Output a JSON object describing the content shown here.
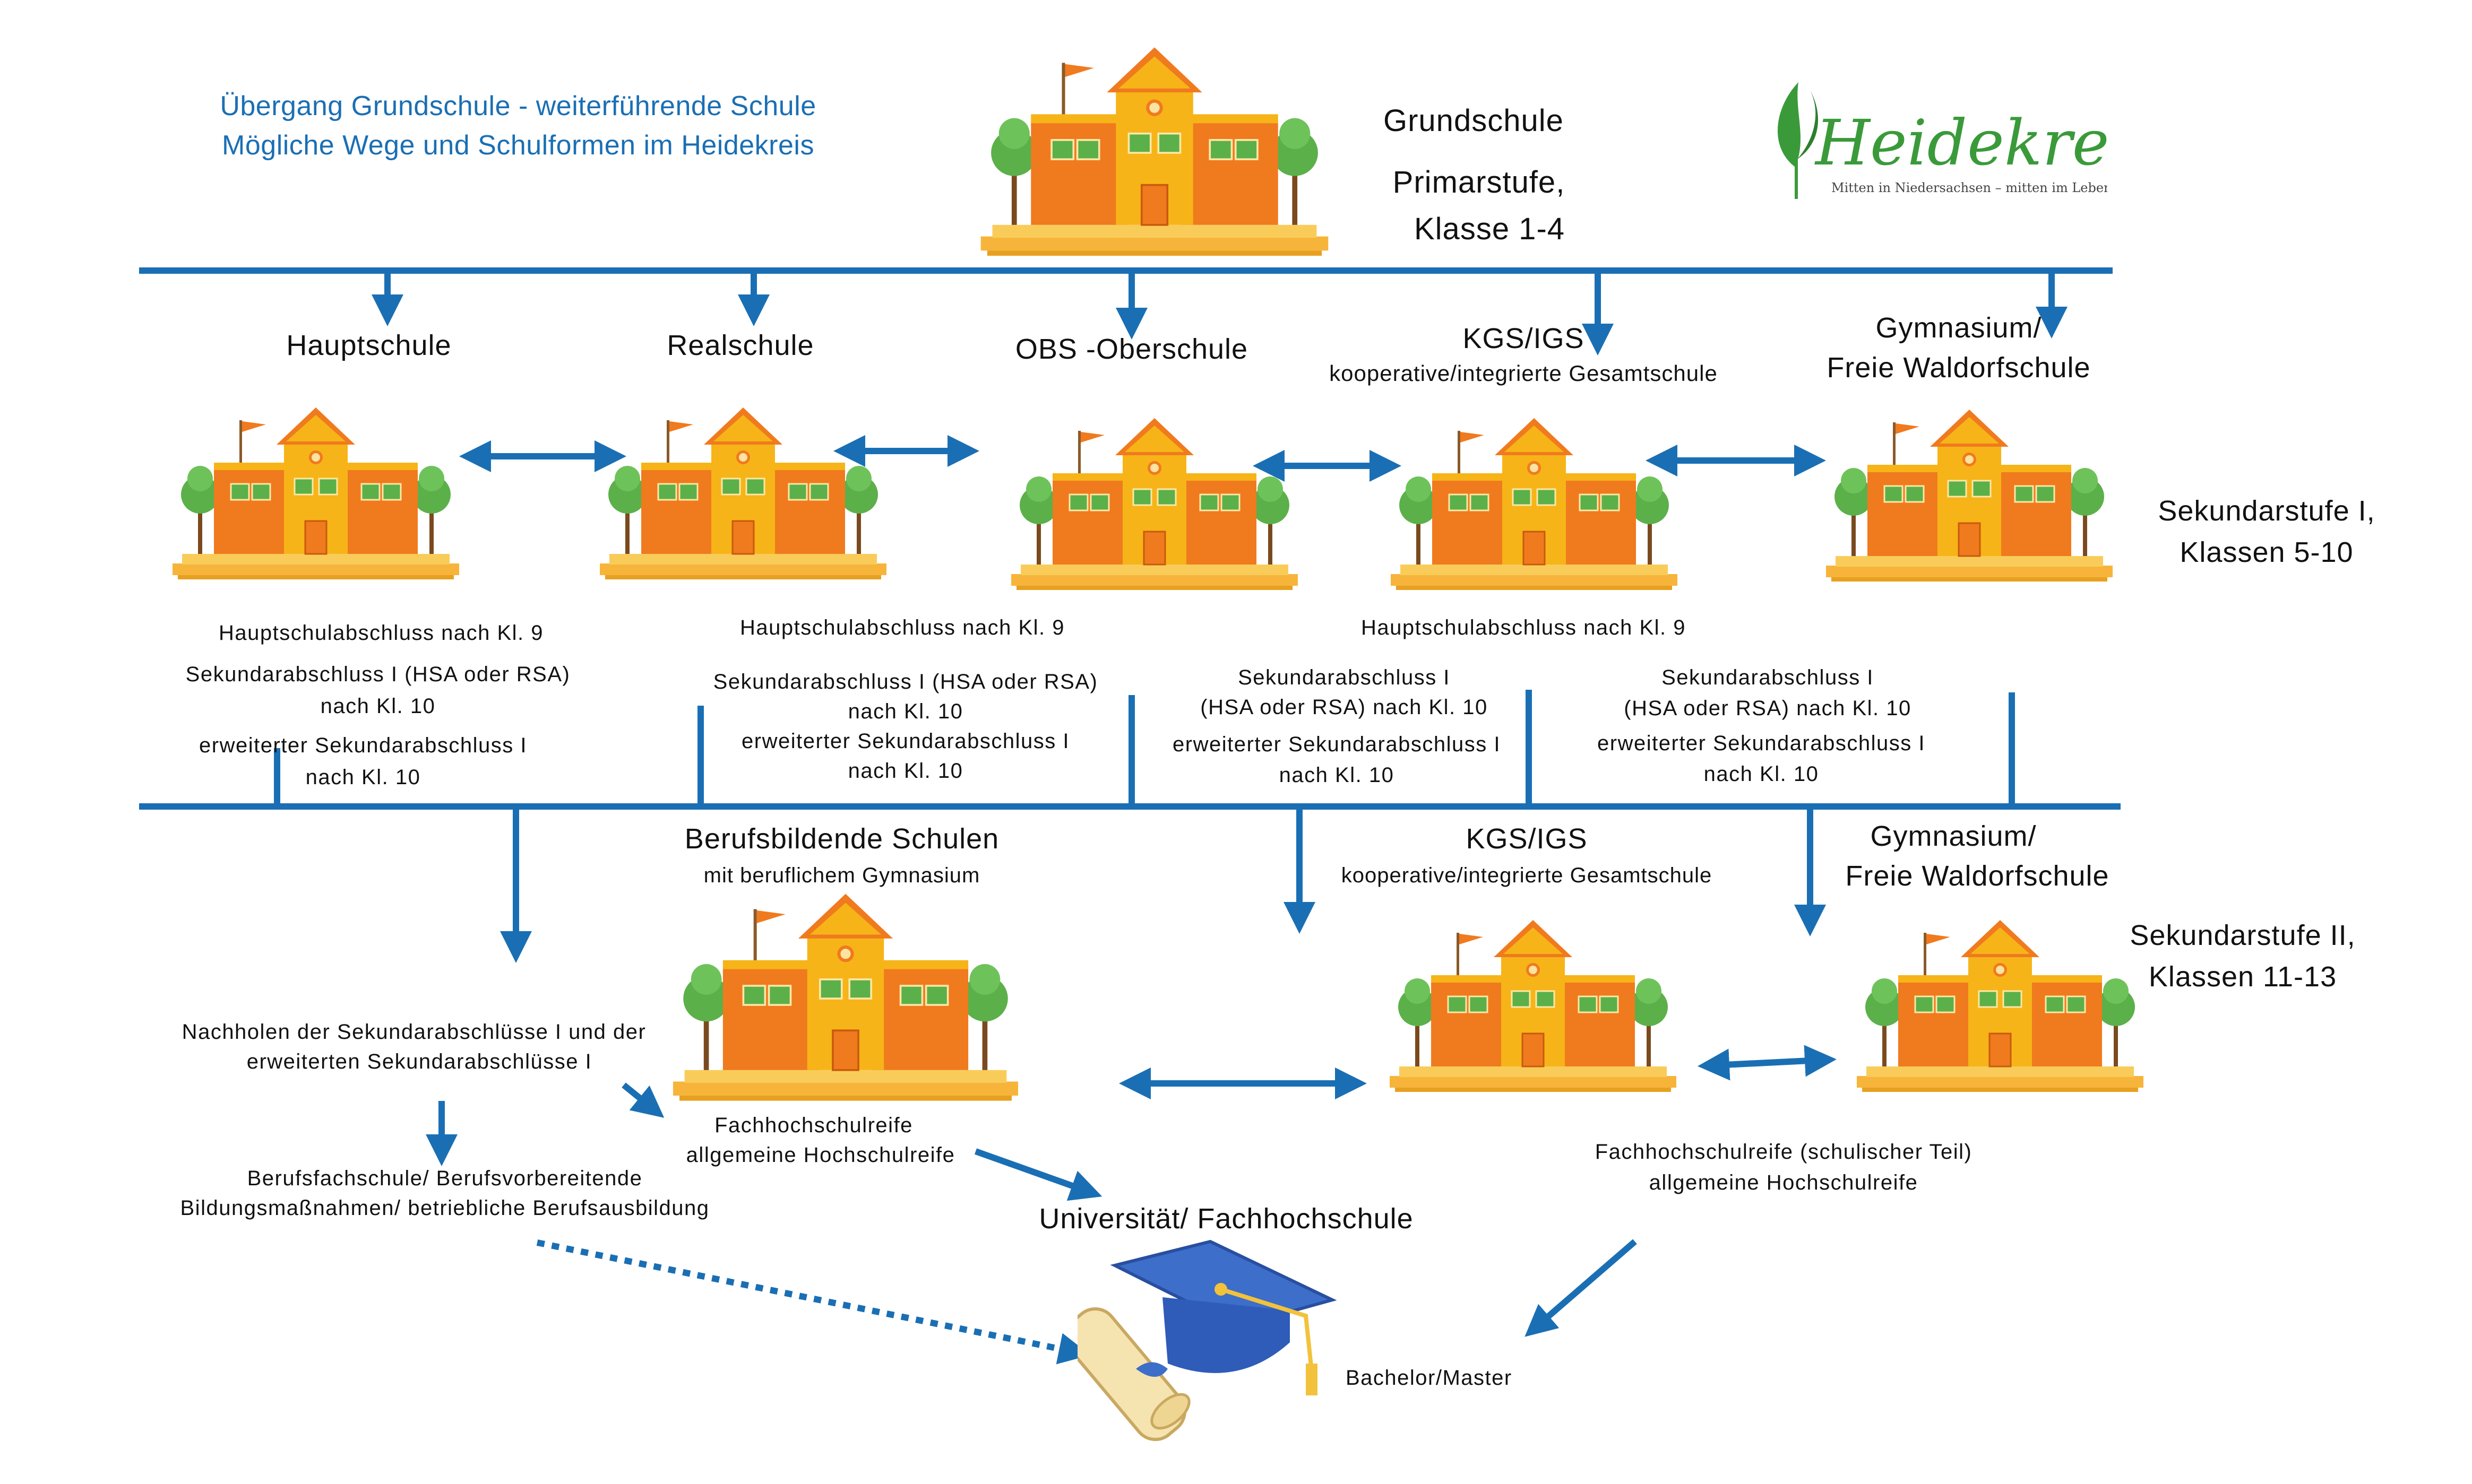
{
  "title": {
    "line1": "Übergang Grundschule - weiterführende Schule",
    "line2": "Mögliche Wege und Schulformen im Heidekreis"
  },
  "logo": {
    "name": "Heidekreis",
    "tagline": "Mitten in Niedersachsen – mitten im Leben."
  },
  "primary": {
    "name": "Grundschule",
    "stage_line1": "Primarstufe,",
    "stage_line2": "Klasse 1-4"
  },
  "sek1": {
    "stage_line1": "Sekundarstufe I,",
    "stage_line2": "Klassen 5-10",
    "schools": {
      "hauptschule": "Hauptschule",
      "realschule": "Realschule",
      "obs": "OBS -Oberschule",
      "kgs_title": "KGS/IGS",
      "kgs_sub": "kooperative/integrierte Gesamtschule",
      "gym_line1": "Gymnasium/",
      "gym_line2": "Freie Waldorfschule"
    },
    "degrees": {
      "haupt_1": "Hauptschulabschluss nach Kl. 9",
      "haupt_2": "Sekundarabschluss I (HSA oder RSA)",
      "haupt_3": "nach Kl. 10",
      "haupt_4": "erweiterter Sekundarabschluss I",
      "haupt_5": "nach Kl. 10",
      "real_1": "Hauptschulabschluss nach Kl. 9",
      "real_2": "Sekundarabschluss I (HSA oder RSA)",
      "real_3": "nach Kl. 10",
      "real_4": "erweiterter Sekundarabschluss I",
      "real_5": "nach Kl. 10",
      "obs_1": "Sekundarabschluss I",
      "obs_2": "(HSA oder RSA) nach Kl. 10",
      "obs_3": "erweiterter Sekundarabschluss I",
      "obs_4": "nach Kl. 10",
      "kgs_top": "Hauptschulabschluss nach Kl. 9",
      "kgs_1": "Sekundarabschluss I",
      "kgs_2": "(HSA oder RSA) nach Kl. 10",
      "kgs_3": "erweiterter Sekundarabschluss I",
      "kgs_4": "nach Kl. 10"
    }
  },
  "sek2": {
    "stage_line1": "Sekundarstufe II,",
    "stage_line2": "Klassen 11-13",
    "bbs_title": "Berufsbildende Schulen",
    "bbs_sub": "mit beruflichem Gymnasium",
    "kgs_title": "KGS/IGS",
    "kgs_sub": "kooperative/integrierte Gesamtschule",
    "gym_line1": "Gymnasium/",
    "gym_line2": "Freie Waldorfschule",
    "nachholen_1": "Nachholen der Sekundarabschlüsse I und der",
    "nachholen_2": "erweiterten Sekundarabschlüsse I",
    "beruf_1": "Berufsfachschule/ Berufsvorbereitende",
    "beruf_2": "Bildungsmaßnahmen/ betriebliche Berufsausbildung",
    "bbs_deg_1": "Fachhochschulreife",
    "bbs_deg_2": "allgemeine Hochschulreife",
    "right_deg_1": "Fachhochschulreife (schulischer Teil)",
    "right_deg_2": "allgemeine Hochschulreife"
  },
  "university": {
    "name": "Universität/ Fachhochschule",
    "degree": "Bachelor/Master"
  },
  "colors": {
    "line": "#1a6fb4",
    "title": "#1a6fb4",
    "school_orange": "#f07a1e",
    "school_yellow": "#f6b418",
    "tree_green": "#5bb04a",
    "logo_green": "#3a9a3a"
  },
  "icons": [
    "school-building-icon",
    "graduation-cap-icon",
    "diploma-scroll-icon",
    "heidekreis-logo-icon"
  ]
}
